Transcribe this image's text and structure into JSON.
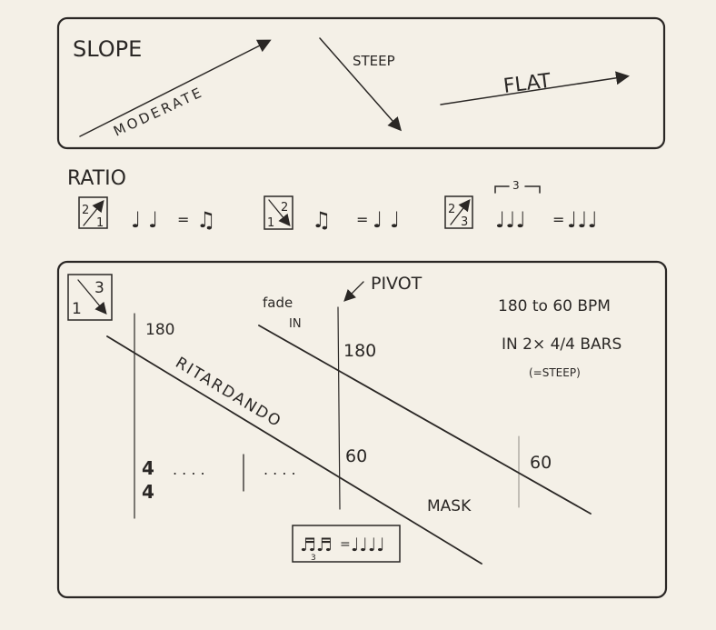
{
  "slope": {
    "title": "SLOPE",
    "moderate": "MODERATE",
    "steep": "STEEP",
    "flat": "FLAT"
  },
  "ratio": {
    "title": "RATIO",
    "items": [
      {
        "top": "2",
        "bottom": "1",
        "direction": "up",
        "left": "♩ ♩",
        "equals": "=",
        "right": "♫"
      },
      {
        "top": "2",
        "bottom": "1",
        "direction": "down",
        "left": "♫",
        "equals": "=",
        "right": "♩ ♩"
      },
      {
        "top": "2",
        "bottom": "3",
        "direction": "up",
        "tuplet": "3",
        "left": "♩♩♩",
        "equals": "=",
        "right": "♩♩♩"
      }
    ]
  },
  "tempo": {
    "ratio_box": {
      "top": "3",
      "bottom": "1",
      "direction": "down"
    },
    "pivot": "PIVOT",
    "fade_in": [
      "fade",
      "IN"
    ],
    "left_start": "180",
    "pivot_start": "180",
    "pivot_end": "60",
    "right_end": "60",
    "ritardando": "RITARDANDO",
    "mask": "MASK",
    "time_signature": {
      "top": "4",
      "bottom": "4"
    },
    "dots": ". . . .",
    "note_lines": [
      "180 to 60 BPM",
      "IN 2× 4/4 BARS",
      "(=STEEP)"
    ],
    "rhythm_box": {
      "left": "♬♬",
      "equals": "=",
      "right": "♩♩♩♩",
      "tuplet": "3"
    }
  },
  "colors": {
    "paper": "#f4f0e7",
    "ink": "#2a2725"
  }
}
